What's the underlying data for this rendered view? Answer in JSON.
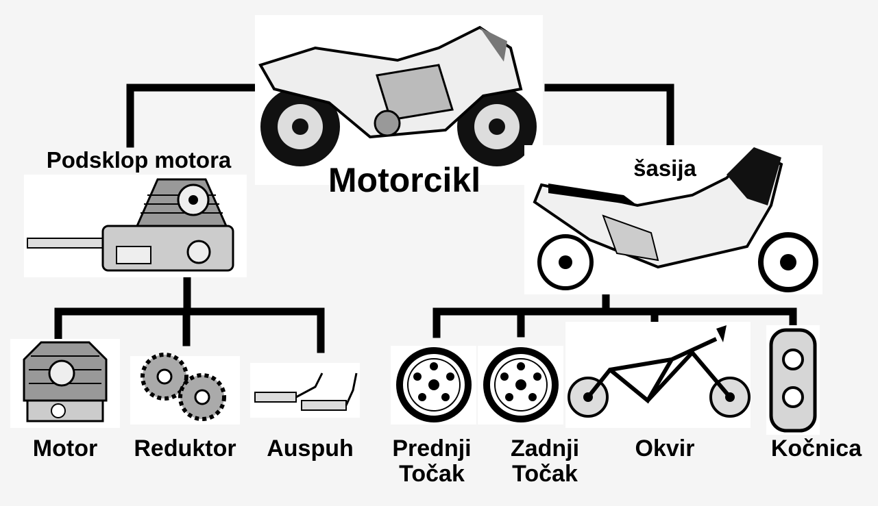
{
  "diagram": {
    "root": {
      "label": "Motorcikl",
      "icon": "motorcycle-icon"
    },
    "subassemblies": [
      {
        "id": "engine",
        "label": "Podsklop motora",
        "icon": "engine-assembly-icon"
      },
      {
        "id": "chassis",
        "label": "šasija",
        "icon": "chassis-icon"
      }
    ],
    "leaves": [
      {
        "parent": "engine",
        "lines": [
          "Motor"
        ],
        "icon": "engine-icon"
      },
      {
        "parent": "engine",
        "lines": [
          "Reduktor"
        ],
        "icon": "gears-icon"
      },
      {
        "parent": "engine",
        "lines": [
          "Auspuh"
        ],
        "icon": "exhaust-icon"
      },
      {
        "parent": "chassis",
        "lines": [
          "Prednji",
          "Točak"
        ],
        "icon": "wheel-icon"
      },
      {
        "parent": "chassis",
        "lines": [
          "Zadnji",
          "Točak"
        ],
        "icon": "wheel-icon"
      },
      {
        "parent": "chassis",
        "lines": [
          "Okvir"
        ],
        "icon": "frame-icon"
      },
      {
        "parent": "chassis",
        "lines": [
          "Kočnica"
        ],
        "icon": "brake-icon"
      }
    ]
  },
  "colors": {
    "line": "#000000",
    "background": "#f5f5f5",
    "panel": "#ffffff",
    "shade": "#cfcfcf"
  }
}
